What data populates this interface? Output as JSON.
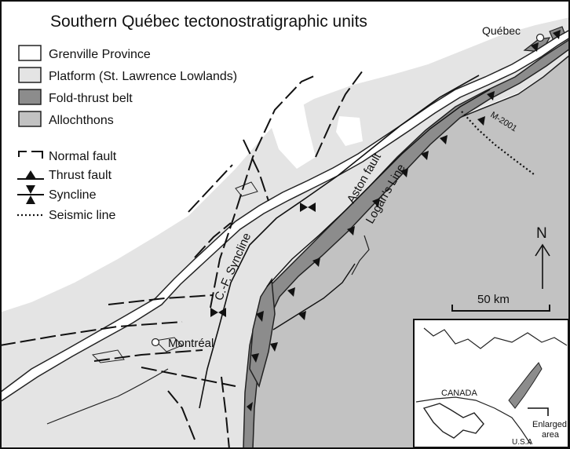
{
  "title": "Southern Québec tectonostratigraphic units",
  "legend": {
    "units": [
      {
        "label": "Grenville Province",
        "color": "#ffffff"
      },
      {
        "label": "Platform (St. Lawrence Lowlands)",
        "color": "#e4e4e4"
      },
      {
        "label": "Fold-thrust belt",
        "color": "#8c8c8c"
      },
      {
        "label": "Allochthons",
        "color": "#c2c2c2"
      }
    ],
    "symbols": [
      {
        "label": "Normal fault",
        "icon": "normal-fault-icon"
      },
      {
        "label": "Thrust fault",
        "icon": "thrust-fault-icon"
      },
      {
        "label": "Syncline",
        "icon": "syncline-icon"
      },
      {
        "label": "Seismic line",
        "icon": "seismic-line-icon"
      }
    ]
  },
  "places": {
    "quebec": "Québec",
    "montreal": "Montréal"
  },
  "structures": {
    "syncline": "C.-F. Syncline",
    "aston": "Aston fault",
    "logan": "Logan's Line",
    "seismic": "M-2001"
  },
  "north": "N",
  "scale": "50 km",
  "inset": {
    "canada": "CANADA",
    "usa": "U.S.A",
    "enlarged_line1": "Enlarged",
    "enlarged_line2": "area"
  }
}
